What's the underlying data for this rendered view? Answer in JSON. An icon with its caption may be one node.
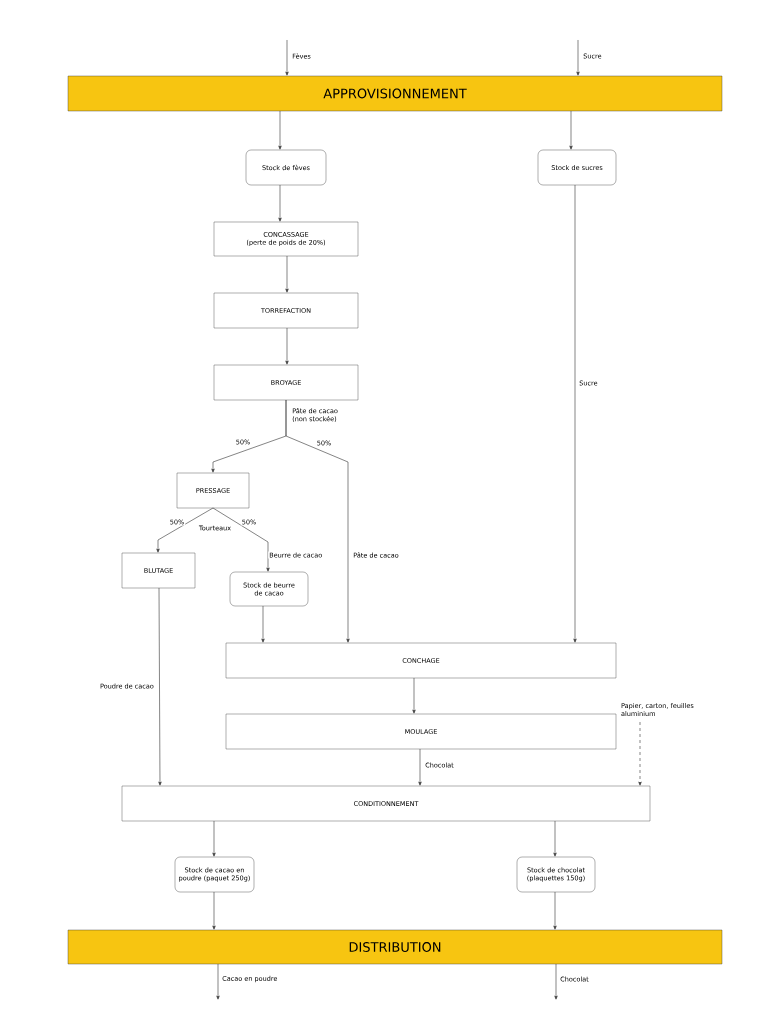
{
  "diagram": {
    "nodes": [
      {
        "text": [
          "APPROVISIONNEMENT"
        ]
      },
      {
        "text": [
          "Stock de fèves"
        ]
      },
      {
        "text": [
          "Stock de sucres"
        ]
      },
      {
        "text": [
          "CONCASSAGE",
          "(perte de poids de 20%)"
        ]
      },
      {
        "text": [
          "TORREFACTION"
        ]
      },
      {
        "text": [
          "BROYAGE"
        ]
      },
      {
        "text": [
          "PRESSAGE"
        ]
      },
      {
        "text": [
          "BLUTAGE"
        ]
      },
      {
        "text": [
          "Stock de beurre de cacao"
        ]
      },
      {
        "text": [
          "CONCHAGE"
        ]
      },
      {
        "text": [
          "MOULAGE"
        ]
      },
      {
        "text": [
          "CONDITIONNEMENT"
        ]
      },
      {
        "text": [
          "Stock de cacao en poudre (paquet 250g)"
        ]
      },
      {
        "text": [
          "Stock de chocolat (plaquettes 150g)"
        ]
      },
      {
        "text": [
          "DISTRIBUTION"
        ]
      },
      {
        "text": [
          "Papier, carton, feuilles aluminium"
        ]
      }
    ],
    "edges": [
      {
        "from": null,
        "to": 0,
        "arrow": "to",
        "label": "Fèves"
      },
      {
        "from": null,
        "to": 0,
        "arrow": "to",
        "label": "Sucre"
      },
      {
        "from": 0,
        "to": 1,
        "arrow": "to"
      },
      {
        "from": 0,
        "to": 2,
        "arrow": "to"
      },
      {
        "from": 1,
        "to": 3,
        "arrow": "to"
      },
      {
        "from": 2,
        "to": 9,
        "arrow": "to",
        "label": "Sucre"
      },
      {
        "from": 3,
        "to": 4,
        "arrow": "to"
      },
      {
        "from": 4,
        "to": 5,
        "arrow": "to"
      },
      {
        "from": 5,
        "to": 6,
        "arrow": "to",
        "label": "50%"
      },
      {
        "from": 5,
        "to": 9,
        "arrow": "to",
        "label": "50%"
      },
      {
        "from": 6,
        "to": 7,
        "arrow": "to",
        "label": "50%"
      },
      {
        "from": 6,
        "to": 8,
        "arrow": "to",
        "label": "50%"
      },
      {
        "from": 8,
        "to": 9,
        "arrow": "to"
      },
      {
        "from": 9,
        "to": 10,
        "arrow": "to"
      },
      {
        "from": 7,
        "to": 11,
        "arrow": "to",
        "label": "Poudre de cacao"
      },
      {
        "from": 10,
        "to": 11,
        "arrow": "to",
        "label": "Chocolat"
      },
      {
        "from": 15,
        "to": 11,
        "arrow": "to",
        "style": "dashed"
      },
      {
        "from": 11,
        "to": 12,
        "arrow": "to"
      },
      {
        "from": 11,
        "to": 13,
        "arrow": "to"
      },
      {
        "from": 12,
        "to": 14,
        "arrow": "to"
      },
      {
        "from": 13,
        "to": 14,
        "arrow": "to"
      },
      {
        "from": 14,
        "to": null,
        "arrow": "to",
        "label": "Cacao en poudre"
      },
      {
        "from": 14,
        "to": null,
        "arrow": "to",
        "label": "Chocolat"
      }
    ],
    "labels": [
      "Pâte de cacao (non stockée)",
      "Tourteaux",
      "Beurre de cacao",
      "Pâte de cacao"
    ]
  }
}
